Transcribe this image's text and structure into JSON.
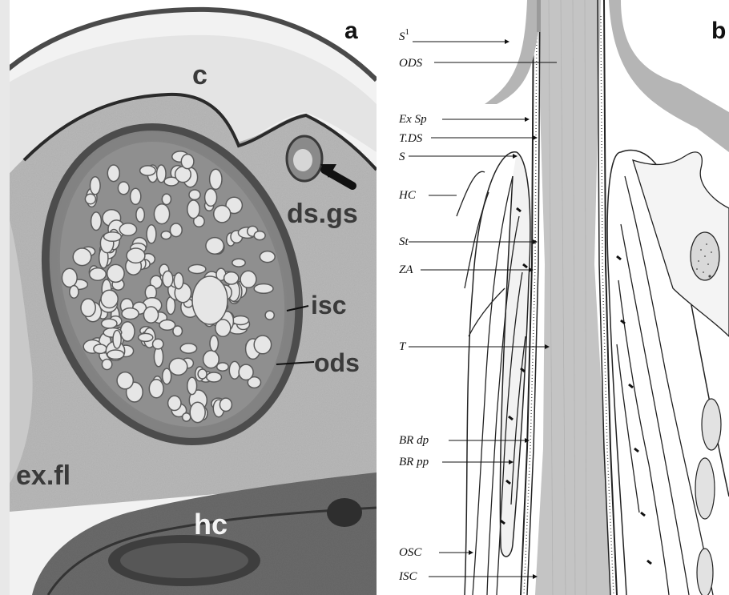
{
  "panel_a": {
    "letter": "a",
    "labels": {
      "c": "c",
      "ds_gs": "ds.gs",
      "isc": "isc",
      "ods": "ods",
      "ex_fl": "ex.fl",
      "hc": "hc"
    }
  },
  "panel_b": {
    "letter": "b",
    "labels": {
      "s1": "S",
      "s1_sup": "1",
      "ods": "ODS",
      "ex_sp": "Ex Sp",
      "t_ds": "T.DS",
      "s": "S",
      "hc": "HC",
      "st": "St",
      "za": "ZA",
      "t": "T",
      "br_dp": "BR dp",
      "br_pp": "BR pp",
      "osc": "OSC",
      "isc": "ISC"
    }
  }
}
